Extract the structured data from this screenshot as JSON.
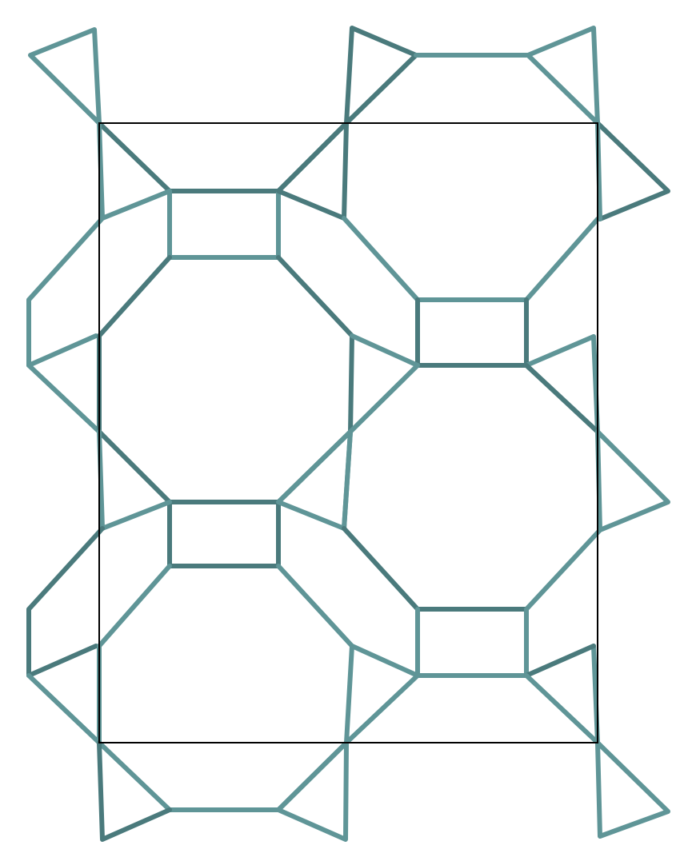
{
  "diagram": {
    "type": "zeolite-framework-projection",
    "colors": {
      "background": "#ffffff",
      "bond": "#5f9597",
      "bond_shade": "#4a7a7c",
      "unit_cell": "#000000"
    },
    "rings": {
      "large_octagonal_rings": 4,
      "four_rings": 4,
      "three_rings_visible": true
    },
    "unit_cell_outline": true
  }
}
